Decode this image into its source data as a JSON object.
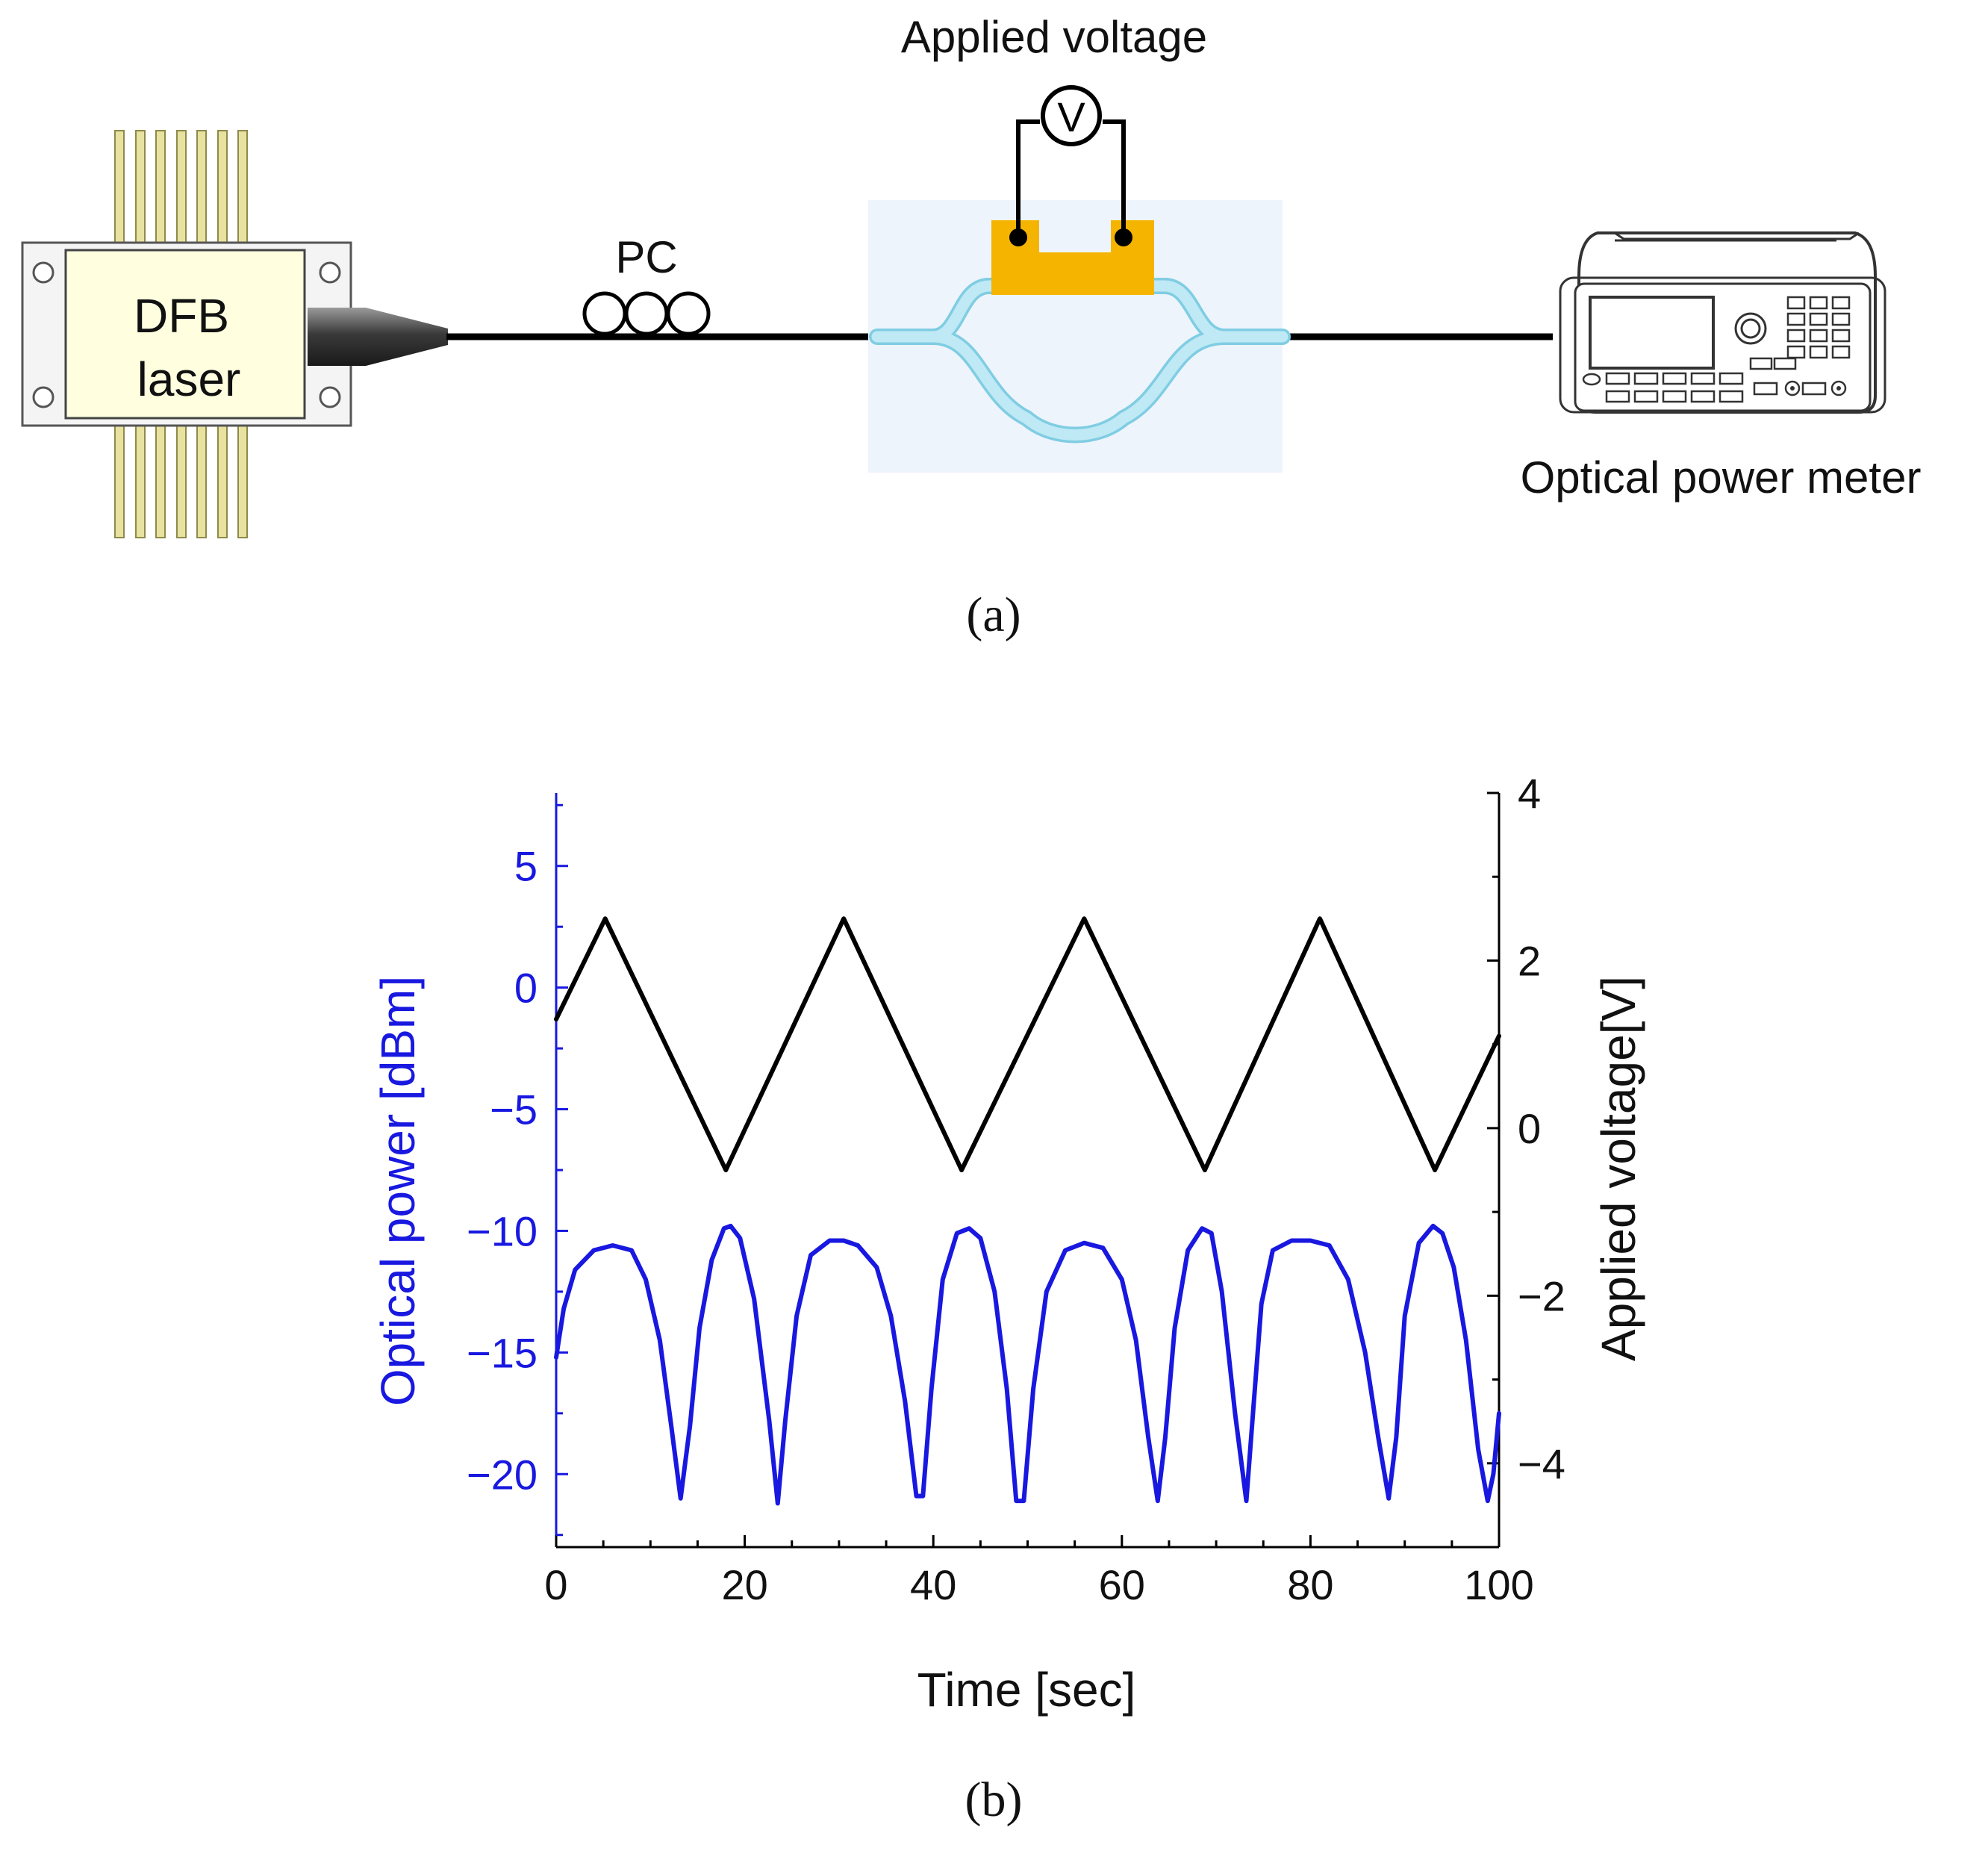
{
  "figure_a": {
    "panel_label": "(a)",
    "laser": {
      "line1": "DFB",
      "line2": "laser"
    },
    "polarization_controller": "PC",
    "voltage_label": "Applied voltage",
    "voltmeter_symbol": "V",
    "power_meter_label": "Optical power meter",
    "colors": {
      "electrode": "#f5b400",
      "waveguide": "#bfe9f4",
      "waveguide_edge": "#7fcde3",
      "chip_background": "#eef4fc",
      "laser_leads": "#e8e2a0"
    }
  },
  "figure_b": {
    "panel_label": "(b)"
  },
  "chart_data": {
    "type": "line",
    "xlabel": "Time [sec]",
    "ylabel_left": "Optical power [dBm]",
    "ylabel_right": "Applied voltage[V]",
    "xlim": [
      0,
      100
    ],
    "ylim_left": [
      -23,
      8
    ],
    "ylim_right": [
      -5,
      4
    ],
    "x_ticks": [
      0,
      20,
      40,
      60,
      80,
      100
    ],
    "x_tick_labels": [
      "0",
      "20",
      "40",
      "60",
      "80",
      "100"
    ],
    "y_left_ticks": [
      5,
      0,
      -5,
      -10,
      -15,
      -20
    ],
    "y_left_tick_labels": [
      "5",
      "0",
      "−5",
      "−10",
      "−15",
      "−20"
    ],
    "y_right_ticks": [
      4,
      2,
      0,
      -2,
      -4
    ],
    "y_right_tick_labels": [
      "4",
      "2",
      "0",
      "−2",
      "−4"
    ],
    "series": [
      {
        "axis": "right",
        "color": "#000000",
        "x": [
          0,
          5.2,
          18.0,
          30.5,
          43.0,
          56.0,
          68.8,
          81.0,
          93.2,
          100
        ],
        "y": [
          1.3,
          2.5,
          -0.5,
          2.5,
          -0.5,
          2.5,
          -0.5,
          2.5,
          -0.5,
          1.1
        ]
      },
      {
        "axis": "left",
        "color": "#1818e0",
        "x": [
          0,
          0.8,
          2,
          4,
          6,
          8,
          9.5,
          11,
          12.2,
          13.2,
          14.2,
          15.2,
          16.5,
          17.8,
          18.5,
          19.5,
          21,
          22.6,
          23.5,
          24.3,
          25.5,
          27,
          29,
          30.5,
          32,
          34,
          35.5,
          37,
          38.2,
          38.9,
          39.8,
          41,
          42.5,
          43.8,
          45,
          46.5,
          47.8,
          48.8,
          49.6,
          50.6,
          52,
          54,
          56,
          58,
          60,
          61.5,
          62.8,
          63.8,
          64.6,
          65.6,
          67,
          68.5,
          69.5,
          70.6,
          72,
          73.2,
          73.9,
          74.8,
          76,
          78,
          80,
          82,
          84,
          85.8,
          87.2,
          88.3,
          89.1,
          90,
          91.5,
          93,
          94,
          95.2,
          96.5,
          97.8,
          98.8,
          99.4,
          100
        ],
        "y": [
          -15.2,
          -13.2,
          -11.6,
          -10.8,
          -10.6,
          -10.8,
          -12.0,
          -14.5,
          -18.0,
          -21.0,
          -18.0,
          -14.0,
          -11.2,
          -9.9,
          -9.8,
          -10.3,
          -12.8,
          -17.8,
          -21.2,
          -17.8,
          -13.5,
          -11.0,
          -10.4,
          -10.4,
          -10.6,
          -11.5,
          -13.5,
          -17.0,
          -20.9,
          -20.9,
          -16.5,
          -12.0,
          -10.1,
          -9.9,
          -10.3,
          -12.5,
          -16.5,
          -21.1,
          -21.1,
          -16.5,
          -12.5,
          -10.8,
          -10.5,
          -10.7,
          -12.0,
          -14.5,
          -18.5,
          -21.1,
          -18.5,
          -14.0,
          -10.8,
          -9.9,
          -10.1,
          -12.5,
          -17.5,
          -21.1,
          -17.5,
          -13.0,
          -10.8,
          -10.4,
          -10.4,
          -10.6,
          -12.0,
          -15.0,
          -18.5,
          -21.0,
          -18.5,
          -13.5,
          -10.5,
          -9.8,
          -10.1,
          -11.5,
          -14.5,
          -19.0,
          -21.1,
          -20.0,
          -17.5
        ]
      }
    ]
  }
}
